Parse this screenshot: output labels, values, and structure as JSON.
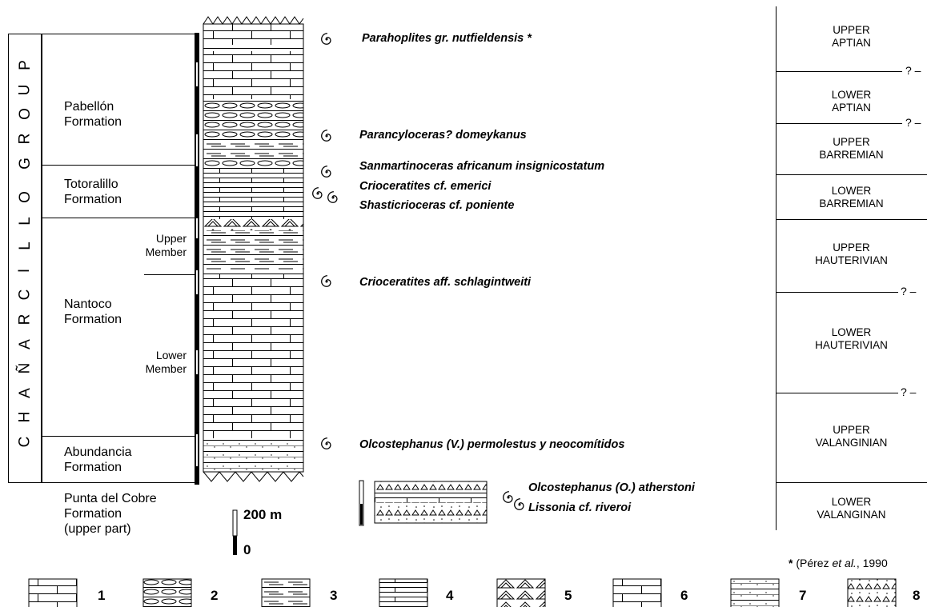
{
  "group": {
    "name_letters": [
      "C",
      "H",
      "A",
      "Ñ",
      "A",
      "R",
      "C",
      "I",
      "L",
      "L",
      "O",
      " ",
      "G",
      "R",
      "O",
      "U",
      "P"
    ]
  },
  "formations": [
    {
      "name": "Pabellón\nFormation"
    },
    {
      "name": "Totoralillo\nFormation"
    },
    {
      "name": "Nantoco\nFormation",
      "members": [
        "Upper\nMember",
        "Lower\nMember"
      ]
    },
    {
      "name": "Abundancia\nFormation"
    },
    {
      "name": "Punta del Cobre\nFormation\n(upper part)"
    }
  ],
  "fossils": [
    "Parahoplites gr. nutfieldensis *",
    "Parancyloceras? domeykanus",
    "Sanmartinoceras africanum insignicostatum",
    "Crioceratites cf. emerici",
    "Shasticrioceras cf. poniente",
    "Crioceratites aff. schlagintweiti",
    "Olcostephanus (V.) permolestus y neocomítidos"
  ],
  "inset_fossils": [
    "Olcostephanus (O.) atherstoni",
    "Lissonia cf. riveroi"
  ],
  "scale": {
    "top_label": "200 m",
    "bottom_label": "0"
  },
  "stages": [
    "UPPER\nAPTIAN",
    "LOWER\nAPTIAN",
    "UPPER\nBARREMIAN",
    "LOWER\nBARREMIAN",
    "UPPER\nHAUTERIVIAN",
    "LOWER\nHAUTERIVIAN",
    "UPPER\nVALANGINIAN",
    "LOWER\nVALANGINAN"
  ],
  "uncertain_mark": "? –",
  "citation": {
    "star": "*",
    "text_a": " (Pérez ",
    "text_b": "et al.",
    "text_c": ", 1990"
  },
  "legend": [
    "1",
    "2",
    "3",
    "4",
    "5",
    "6",
    "7",
    "8"
  ]
}
